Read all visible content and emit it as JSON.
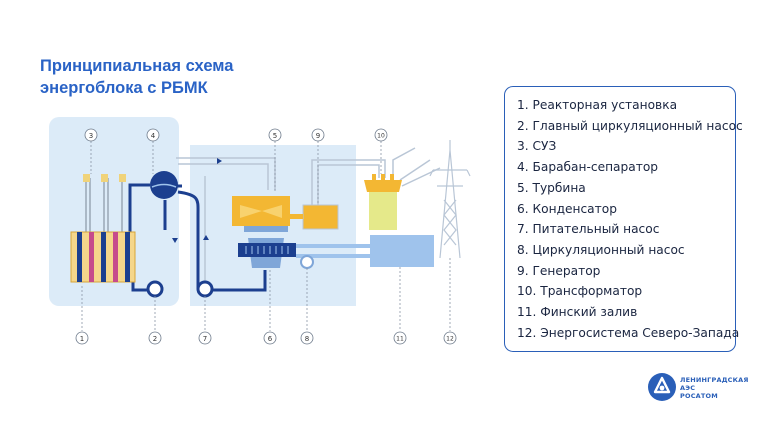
{
  "title": {
    "line1": "Принципиальная схема",
    "line2": "энергоблока с РБМК"
  },
  "diagram": {
    "callouts": [
      "1",
      "2",
      "3",
      "4",
      "5",
      "6",
      "7",
      "8",
      "9",
      "10",
      "11",
      "12"
    ]
  },
  "legend": {
    "items": [
      "1. Реакторная установка",
      "2. Главный циркуляционный насос",
      "3. СУЗ",
      "4. Барабан-сепаратор",
      "5. Турбина",
      "6. Конденсатор",
      "7. Питательный насос",
      "8. Циркуляционный насос",
      "9. Генератор",
      "10. Трансформатор",
      "11. Финский залив",
      "12. Энергосистема Северо-Запада"
    ]
  },
  "logo": {
    "line1": "ЛЕНИНГРАДСКАЯ",
    "line2": "АЭС",
    "line3": "РОСАТОМ"
  },
  "colors": {
    "accent": "#2a63c6",
    "panel": "#dcebf8",
    "pipe": "#1c3f8f",
    "turbine": "#f3b733",
    "transformer": "#e5e98a",
    "water": "#9fc3ec"
  }
}
